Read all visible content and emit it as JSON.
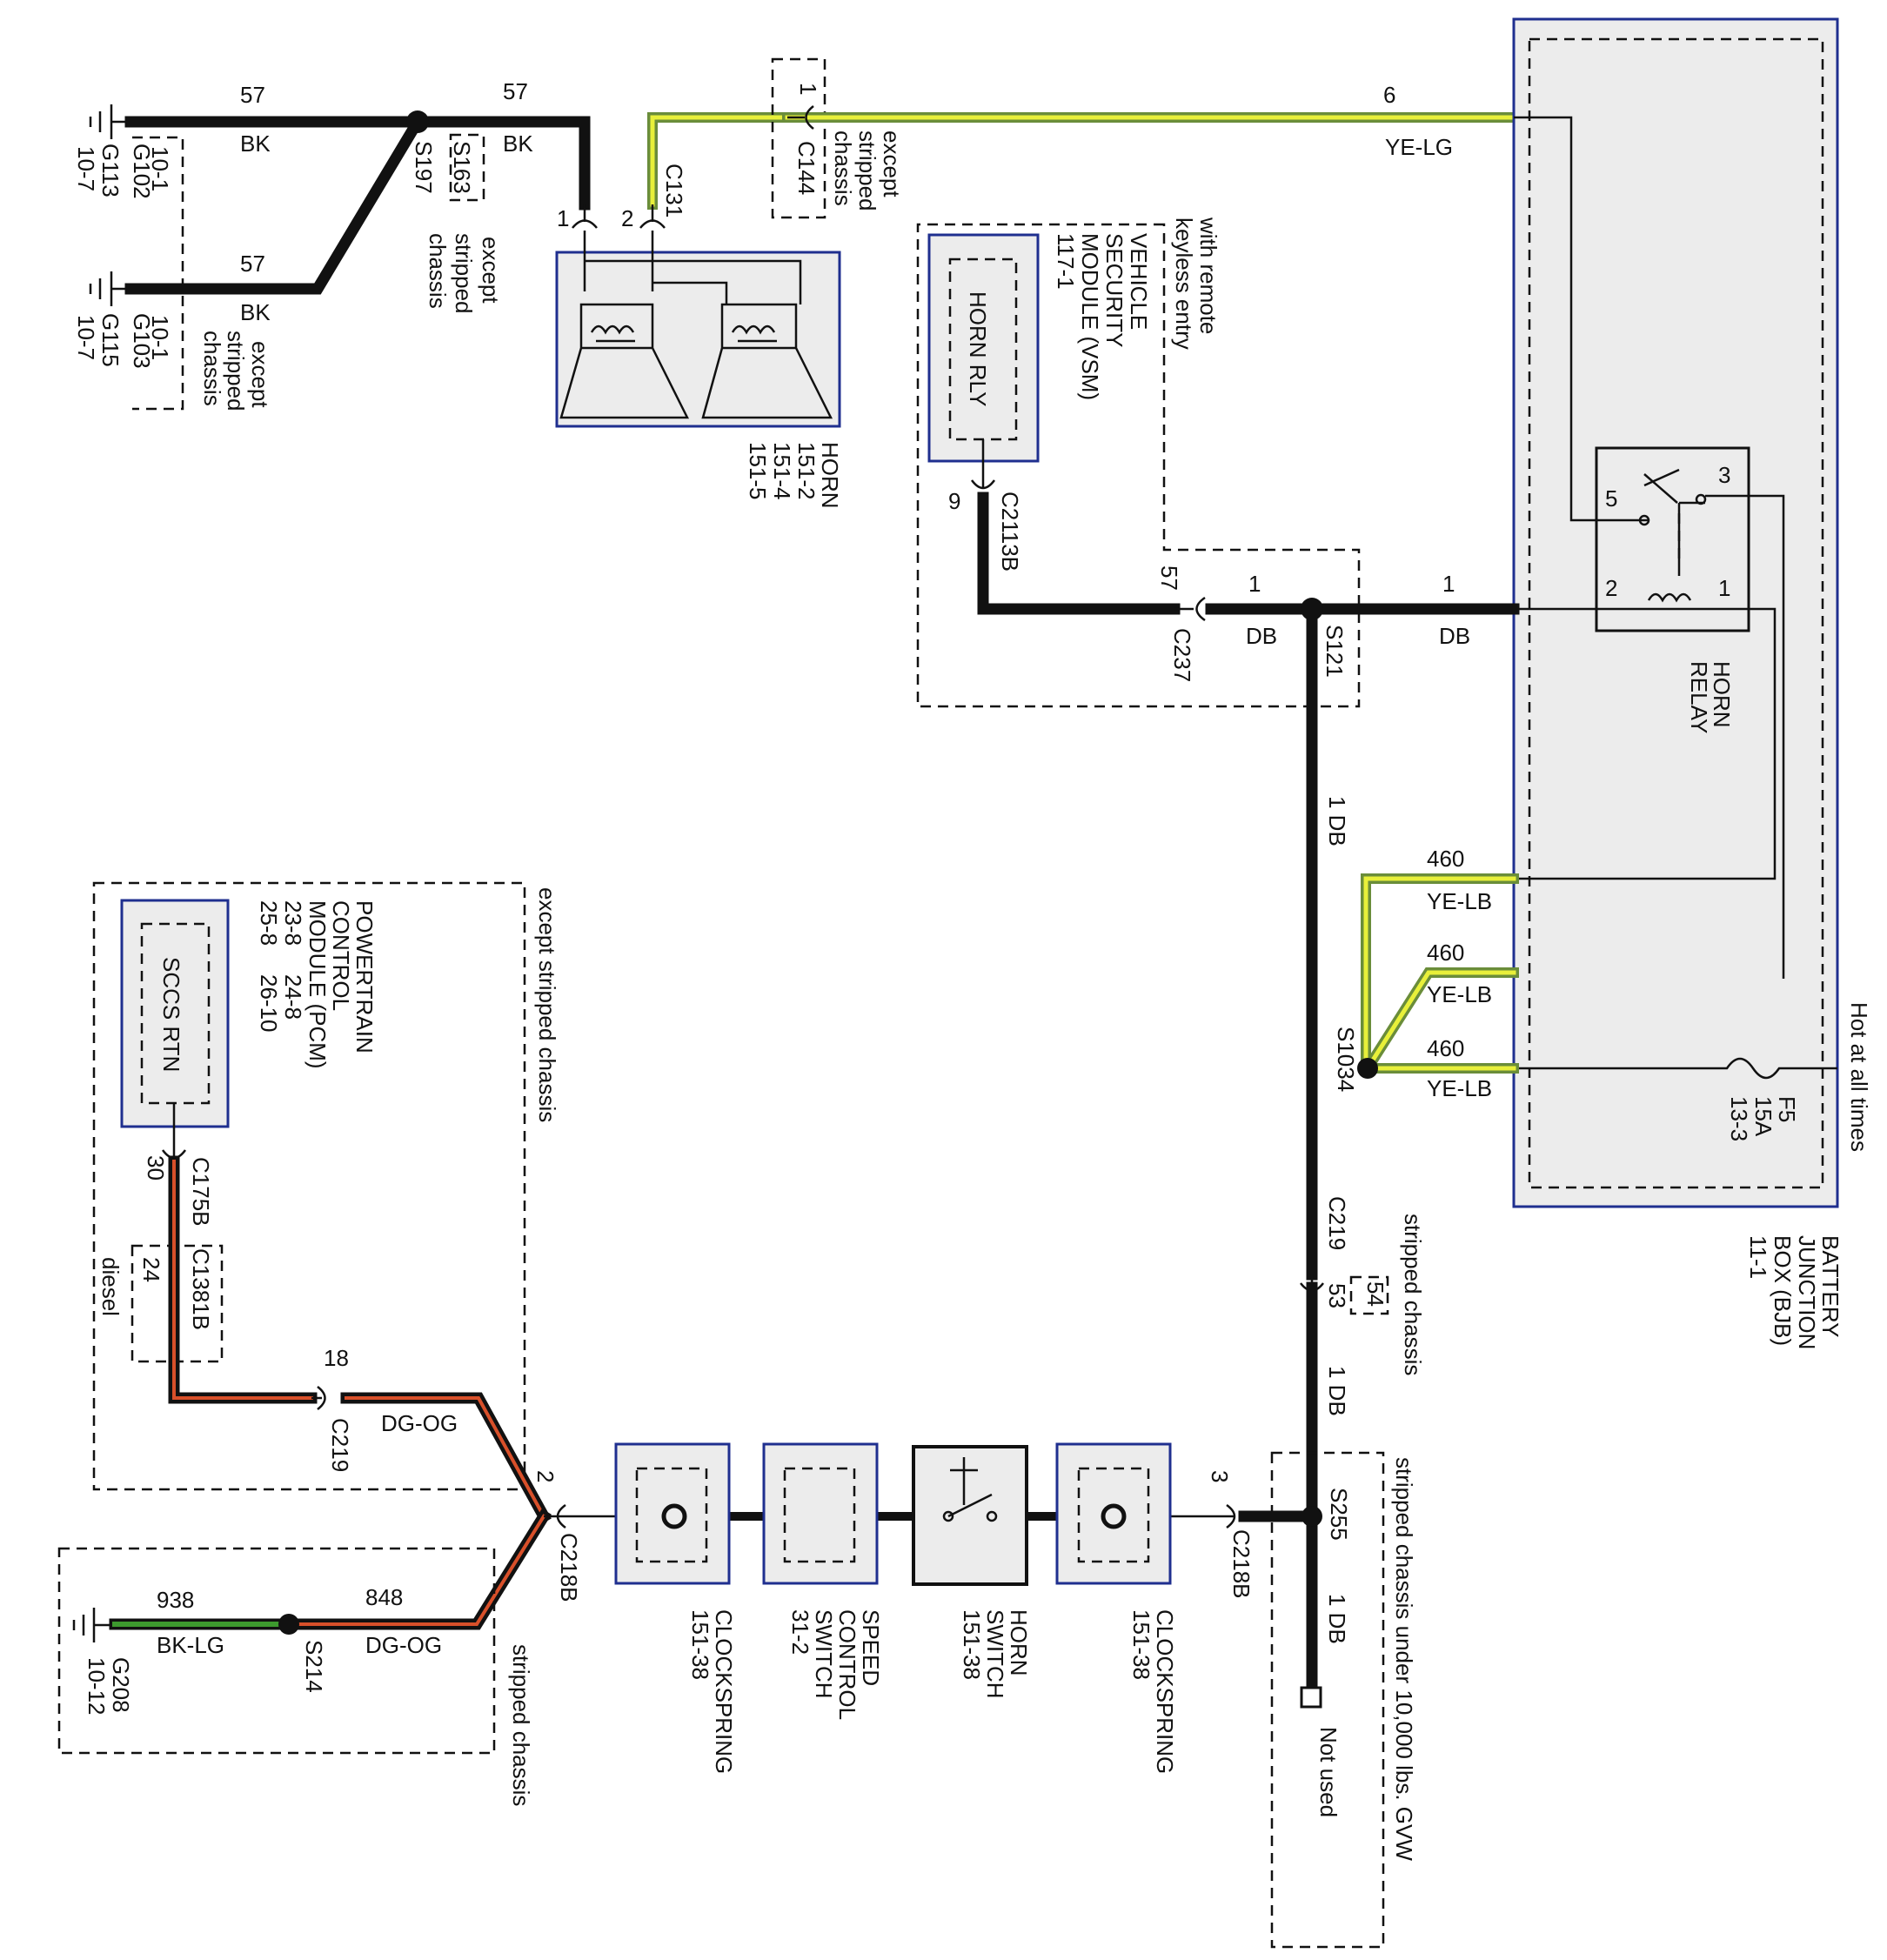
{
  "colors": {
    "wire_black": "#111111",
    "wire_yellow": "#e8f03a",
    "wire_green": "#6a8d3a",
    "wire_orange": "#d8502a",
    "wire_bk_lg_green": "#3d9a2e",
    "component_border": "#1f2f8f",
    "component_fill": "#ececec"
  },
  "ground_g113": {
    "id": "G113",
    "page": "10-7",
    "alt_id": "G102",
    "alt_page": "10-1"
  },
  "ground_g115": {
    "id": "G115",
    "page": "10-7",
    "alt_id": "G103",
    "alt_page": "10-1",
    "note_1": "except",
    "note_2": "stripped",
    "note_3": "chassis"
  },
  "wire_57_a": {
    "circuit": "57",
    "color": "BK"
  },
  "wire_57_b": {
    "circuit": "57",
    "color": "BK"
  },
  "wire_57_c": {
    "circuit": "57",
    "color": "BK"
  },
  "splice_s197": {
    "id": "S197",
    "alt_id": "S163",
    "note_1": "except",
    "note_2": "stripped",
    "note_3": "chassis"
  },
  "connector_c131": {
    "id": "C131",
    "pin1": "1",
    "pin2": "2"
  },
  "connector_c144": {
    "id": "C144",
    "pin": "1",
    "note_1": "except",
    "note_2": "stripped",
    "note_3": "chassis"
  },
  "horn": {
    "name": "HORN",
    "ref1": "151-2",
    "ref2": "151-4",
    "ref3": "151-5"
  },
  "wire_6": {
    "circuit": "6",
    "color": "YE-LG"
  },
  "vsm": {
    "qual_1": "with remote",
    "qual_2": "keyless entry",
    "name_1": "VEHICLE",
    "name_2": "SECURITY",
    "name_3": "MODULE (VSM)",
    "ref": "117-1",
    "inner": "HORN RLY",
    "pin": "9",
    "connector": "C2113B"
  },
  "connector_c237": {
    "id": "C237",
    "pin": "57"
  },
  "wire_1_a": {
    "circuit": "1",
    "color": "DB"
  },
  "wire_1_b": {
    "circuit": "1",
    "color": "DB"
  },
  "splice_s121": {
    "id": "S121"
  },
  "wire_1_vert_a": {
    "label": "1 DB"
  },
  "wire_1_vert_b": {
    "label": "1 DB"
  },
  "wire_1_vert_c": {
    "label": "1 DB"
  },
  "horn_relay": {
    "name_1": "HORN",
    "name_2": "RELAY",
    "pin1": "1",
    "pin2": "2",
    "pin3": "3",
    "pin5": "5"
  },
  "bjb": {
    "name_1": "BATTERY",
    "name_2": "JUNCTION",
    "name_3": "BOX (BJB)",
    "ref": "11-1"
  },
  "wire_460_a": {
    "circuit": "460",
    "color": "YE-LB"
  },
  "wire_460_b": {
    "circuit": "460",
    "color": "YE-LB"
  },
  "wire_460_c": {
    "circuit": "460",
    "color": "YE-LB"
  },
  "splice_s1034": {
    "id": "S1034"
  },
  "fuse_f5": {
    "id": "F5",
    "rating": "15A",
    "ref": "13-3"
  },
  "hot_label": "Hot at all times",
  "connector_c219_right": {
    "id": "C219",
    "pin": "53",
    "alt_pin": "54",
    "note_1": "stripped chassis"
  },
  "splice_s255": {
    "id": "S255",
    "connector": "C218B",
    "pin": "3"
  },
  "not_used": "Not used",
  "stripped_note": "stripped chassis under 10,000 lbs. GVW",
  "pcm": {
    "note": "except stripped chassis",
    "name_1": "POWERTRAIN",
    "name_2": "CONTROL",
    "name_3": "MODULE (PCM)",
    "ref_a1": "23-8",
    "ref_a2": "24-8",
    "ref_b1": "25-8",
    "ref_b2": "26-10",
    "inner": "SCCS RTN"
  },
  "connector_c175b": {
    "id": "C175B",
    "pin": "30",
    "alt_id": "C1381B",
    "alt_pin": "24",
    "alt_note": "diesel"
  },
  "connector_c219_left": {
    "id": "C219",
    "pin": "18"
  },
  "wire_dg_og_a": {
    "color": "DG-OG"
  },
  "wire_dg_og_b": {
    "circuit": "848",
    "color": "DG-OG"
  },
  "connector_c218b_left": {
    "id": "C218B",
    "pin": "2"
  },
  "ground_g208": {
    "id": "G208",
    "page": "10-12"
  },
  "wire_938": {
    "circuit": "938",
    "color": "BK-LG"
  },
  "splice_s214": {
    "id": "S214"
  },
  "stripped_chassis_bottom": "stripped chassis",
  "clockspring_left": {
    "name": "CLOCKSPRING",
    "ref": "151-38"
  },
  "speed_control_switch": {
    "name_1": "SPEED",
    "name_2": "CONTROL",
    "name_3": "SWITCH",
    "ref": "31-2"
  },
  "horn_switch": {
    "name_1": "HORN",
    "name_2": "SWITCH",
    "ref": "151-38"
  },
  "clockspring_right": {
    "name": "CLOCKSPRING",
    "ref": "151-38"
  }
}
